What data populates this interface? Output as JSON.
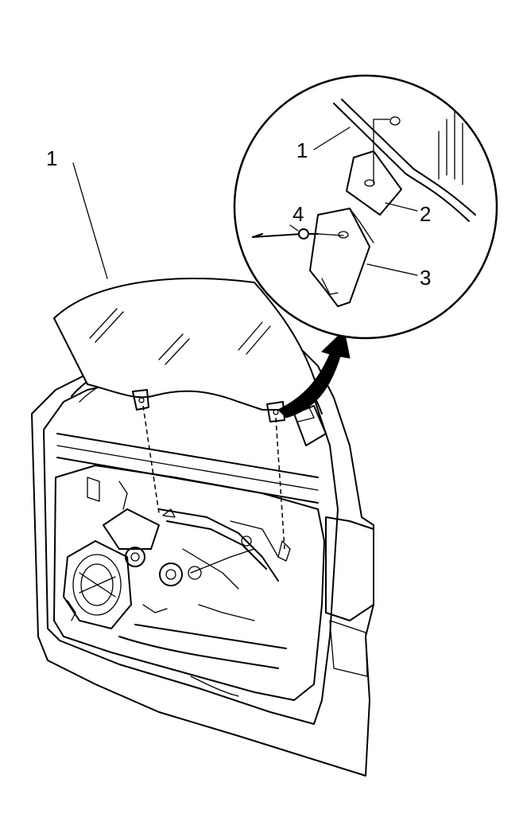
{
  "callouts": {
    "main_glass": "1",
    "detail_glass": "1",
    "detail_bracket_upper": "2",
    "detail_bracket_lower": "3",
    "detail_rivet": "4"
  },
  "icons": {
    "arrow": "curved-arrow-icon"
  }
}
